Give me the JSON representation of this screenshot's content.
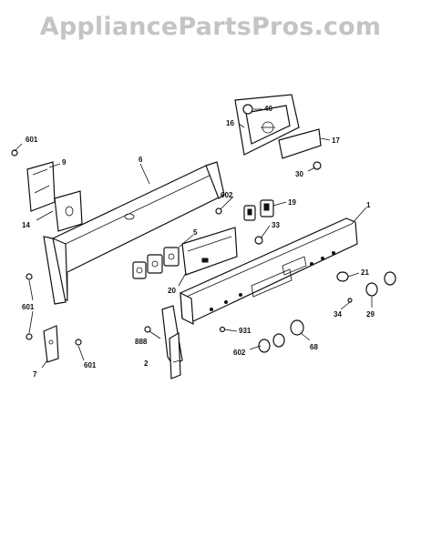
{
  "watermark": "AppliancePartsPros.com",
  "callouts": {
    "c1": "1",
    "c2": "2",
    "c5": "5",
    "c6": "6",
    "c7": "7",
    "c9": "9",
    "c14": "14",
    "c16": "16",
    "c17": "17",
    "c19": "19",
    "c20": "20",
    "c21": "21",
    "c29": "29",
    "c30": "30",
    "c33": "33",
    "c34": "34",
    "c40": "40",
    "c68": "68",
    "c601a": "601",
    "c601b": "601",
    "c601c": "601",
    "c602a": "602",
    "c602b": "602",
    "c888": "888",
    "c931": "931"
  }
}
